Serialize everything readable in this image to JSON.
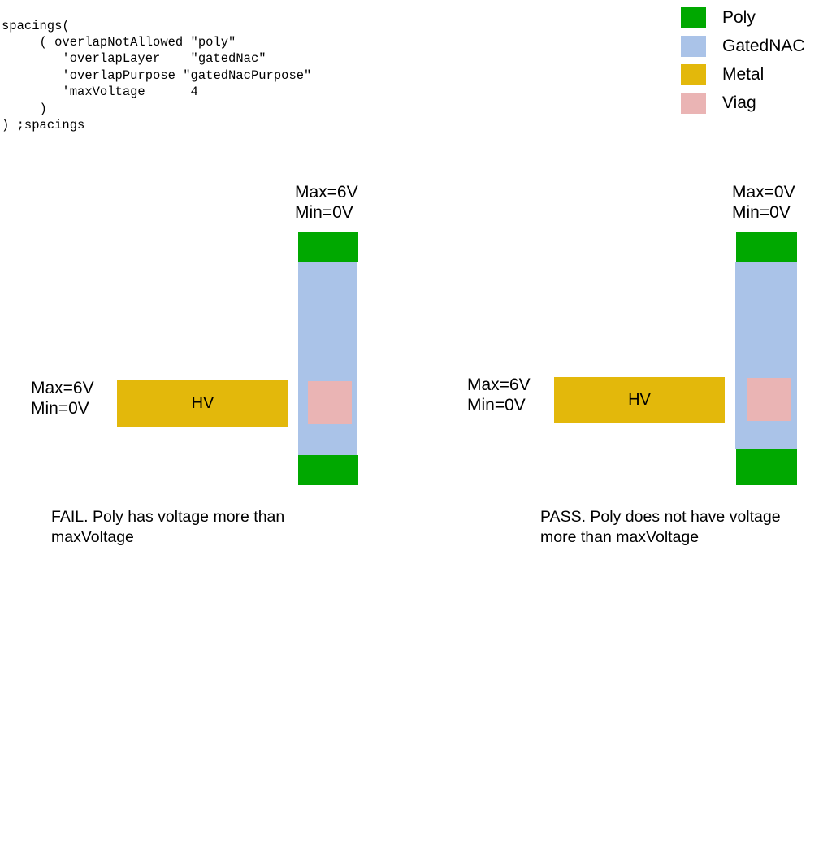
{
  "code": {
    "name": "spacings-rule-code",
    "text": "spacings(\n     ( overlapNotAllowed \"poly\"\n        'overlapLayer    \"gatedNac\"\n        'overlapPurpose \"gatedNacPurpose\"\n        'maxVoltage      4\n     )\n) ;spacings"
  },
  "legend": {
    "items": [
      {
        "label": "Poly",
        "color": "#00a800",
        "icon": "green-square-icon"
      },
      {
        "label": "GatedNAC",
        "color": "#aac3e8",
        "icon": "blue-square-icon"
      },
      {
        "label": "Metal",
        "color": "#e3b80b",
        "icon": "yellow-square-icon"
      },
      {
        "label": "Viag",
        "color": "#eab4b4",
        "icon": "pink-square-icon"
      }
    ]
  },
  "colors": {
    "poly": "#00a800",
    "gatednac": "#aac3e8",
    "metal": "#e3b80b",
    "viag": "#eab4b4",
    "text": "#000000",
    "background": "#ffffff"
  },
  "panels": [
    {
      "id": "fail",
      "poly_voltage": {
        "max": "Max=6V",
        "min": "Min=0V"
      },
      "metal_voltage": {
        "max": "Max=6V",
        "min": "Min=0V"
      },
      "metal_text": "HV",
      "caption": "FAIL. Poly has voltage more than maxVoltage",
      "result": "FAIL"
    },
    {
      "id": "pass",
      "poly_voltage": {
        "max": "Max=0V",
        "min": "Min=0V"
      },
      "metal_voltage": {
        "max": "Max=6V",
        "min": "Min=0V"
      },
      "metal_text": "HV",
      "caption": "PASS. Poly does not have voltage more than maxVoltage",
      "result": "PASS"
    }
  ]
}
